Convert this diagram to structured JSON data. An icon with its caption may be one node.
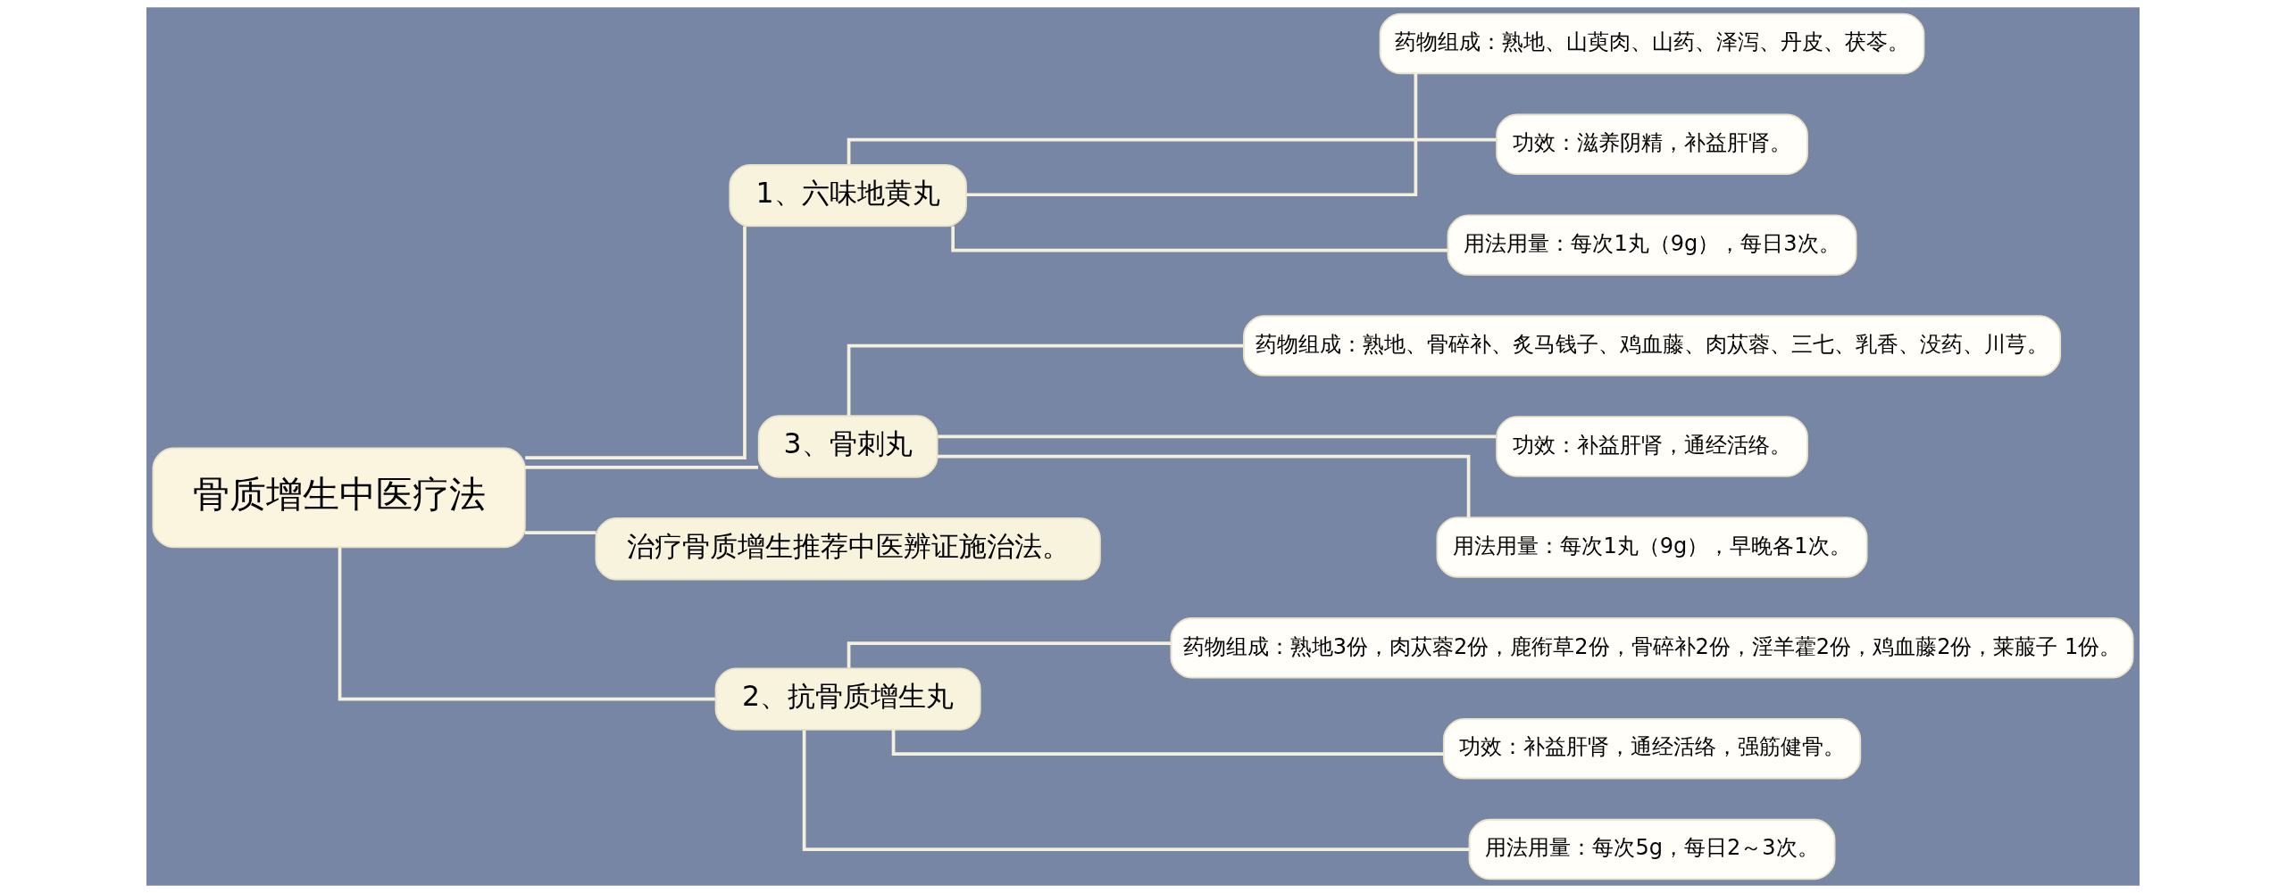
{
  "diagram": {
    "nodes": [
      {
        "text": [
          "骨质增生中医疗法"
        ]
      },
      {
        "text": [
          "1、六味地黄丸"
        ]
      },
      {
        "text": [
          "药物组成：熟地、山萸肉、山药、泽泻、丹皮、茯苓。"
        ]
      },
      {
        "text": [
          "功效：滋养阴精，补益肝肾。"
        ]
      },
      {
        "text": [
          "用法用量：每次1丸（9g），每日3次。"
        ]
      },
      {
        "text": [
          "3、骨刺丸"
        ]
      },
      {
        "text": [
          "药物组成：熟地、骨碎补、炙马钱子、鸡血藤、肉苁蓉、三七、乳香、没药、川芎。"
        ]
      },
      {
        "text": [
          "功效：补益肝肾，通经活络。"
        ]
      },
      {
        "text": [
          "用法用量：每次1丸（9g），早晚各1次。"
        ]
      },
      {
        "text": [
          "治疗骨质增生推荐中医辨证施治法。"
        ]
      },
      {
        "text": [
          "2、抗骨质增生丸"
        ]
      },
      {
        "text": [
          "药物组成：熟地3份，肉苁蓉2份，鹿衔草2份，骨碎补2份，淫羊藿2份，鸡血藤2份，莱菔子 1份。"
        ]
      },
      {
        "text": [
          "功效：补益肝肾，通经活络，强筋健骨。"
        ]
      },
      {
        "text": [
          "用法用量：每次5g，每日2～3次。"
        ]
      }
    ],
    "edges": [
      {
        "from": 0,
        "to": 1,
        "arrow": "none"
      },
      {
        "from": 1,
        "to": 2,
        "arrow": "none"
      },
      {
        "from": 1,
        "to": 3,
        "arrow": "none"
      },
      {
        "from": 1,
        "to": 4,
        "arrow": "none"
      },
      {
        "from": 0,
        "to": 5,
        "arrow": "none"
      },
      {
        "from": 5,
        "to": 6,
        "arrow": "none"
      },
      {
        "from": 5,
        "to": 7,
        "arrow": "none"
      },
      {
        "from": 5,
        "to": 8,
        "arrow": "none"
      },
      {
        "from": 0,
        "to": 9,
        "arrow": "none"
      },
      {
        "from": 0,
        "to": 10,
        "arrow": "none"
      },
      {
        "from": 10,
        "to": 11,
        "arrow": "none"
      },
      {
        "from": 10,
        "to": 12,
        "arrow": "none"
      },
      {
        "from": 10,
        "to": 13,
        "arrow": "none"
      }
    ]
  }
}
